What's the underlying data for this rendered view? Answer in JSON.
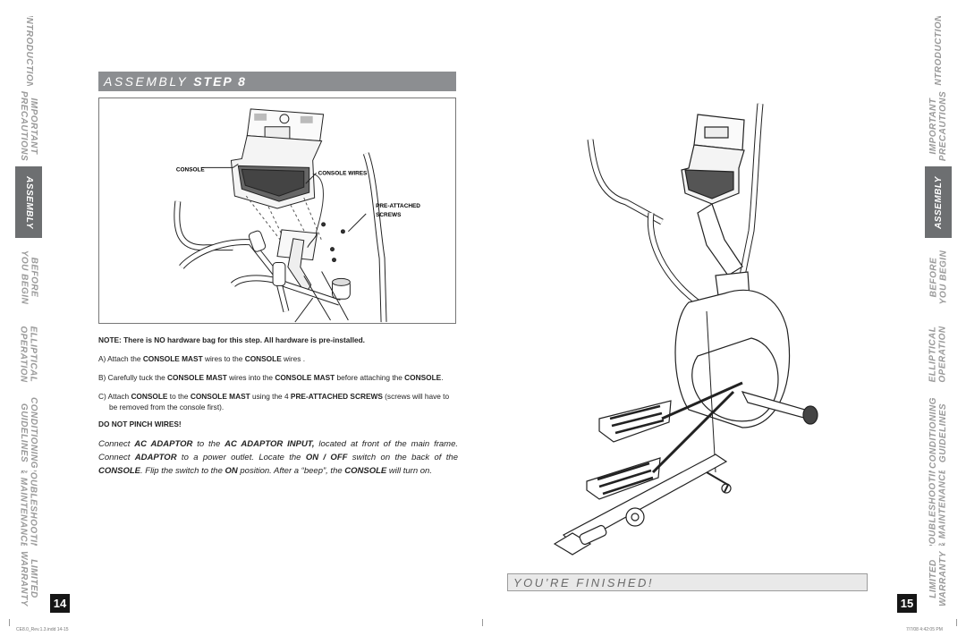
{
  "left_tabs": [
    {
      "label": "INTRODUCTION",
      "active": false
    },
    {
      "label": "IMPORTANT\nPRECAUTIONS",
      "active": false
    },
    {
      "label": "ASSEMBLY",
      "active": true
    },
    {
      "label": "BEFORE\nYOU BEGIN",
      "active": false
    },
    {
      "label": "ELLIPTICAL\nOPERATION",
      "active": false
    },
    {
      "label": "CONDITIONING\nGUIDELINES",
      "active": false
    },
    {
      "label": "TROUBLESHOOTING\n& MAINTENANCE",
      "active": false
    },
    {
      "label": "LIMITED\nWARRANTY",
      "active": false
    }
  ],
  "right_tabs": [
    {
      "label": "INTRODUCTION",
      "active": false
    },
    {
      "label": "IMPORTANT\nPRECAUTIONS",
      "active": false
    },
    {
      "label": "ASSEMBLY",
      "active": true
    },
    {
      "label": "BEFORE\nYOU BEGIN",
      "active": false
    },
    {
      "label": "ELLIPTICAL\nOPERATION",
      "active": false
    },
    {
      "label": "CONDITIONING\nGUIDELINES",
      "active": false
    },
    {
      "label": "TROUBLESHOOTING\n& MAINTENANCE",
      "active": false
    },
    {
      "label": "LIMITED\nWARRANTY",
      "active": false
    }
  ],
  "step": {
    "prefix": "ASSEMBLY",
    "label": "STEP 8"
  },
  "figure_labels": {
    "console": "CONSOLE",
    "console_wires": "CONSOLE WIRES",
    "screws_1": "PRE-ATTACHED",
    "screws_2": "SCREWS"
  },
  "note": "NOTE: There is NO hardware bag for this step. All hardware is pre-installed.",
  "instructions": [
    {
      "pre": "A) Attach the ",
      "b1": "CONSOLE MAST",
      "mid": " wires to the ",
      "b2": "CONSOLE",
      "post": " wires ."
    },
    {
      "pre": "B) Carefully tuck the ",
      "b1": "CONSOLE MAST",
      "mid": " wires into the ",
      "b2": "CONSOLE MAST",
      "post": " before attaching the ",
      "b3": "CONSOLE",
      "end": "."
    },
    {
      "pre": "C) Attach ",
      "b1": "CONSOLE",
      "mid": " to the ",
      "b2": "CONSOLE MAST",
      "post": " using the 4 ",
      "b3": "PRE-ATTACHED SCREWS",
      "end": " (screws will have to be removed from the console first)."
    }
  ],
  "warning": "DO NOT PINCH WIRES!",
  "closing": {
    "t1": "Connect ",
    "b1": "AC ADAPTOR",
    "t2": " to the ",
    "b2": "AC ADAPTOR INPUT,",
    "t3": " located at front of the main frame. Connect ",
    "b3": "ADAPTOR",
    "t4": " to a power outlet. Locate the ",
    "b4": "ON / OFF",
    "t5": " switch on the back of the ",
    "b5": "CONSOLE",
    "t6": ". Flip the switch to the ",
    "b6": "ON",
    "t7": " position. After a “beep”, the ",
    "b7": "CONSOLE",
    "t8": " will turn on."
  },
  "finished": "YOU’RE FINISHED!",
  "page_left": "14",
  "page_right": "15",
  "footer_left": "CE8.0_Rev.1.3.indd   14-15",
  "footer_right": "7/7/08   4:42:05 PM",
  "colors": {
    "active_tab": "#6d6f71",
    "step_bar": "#8c8e91",
    "page_num_bg": "#161616"
  }
}
